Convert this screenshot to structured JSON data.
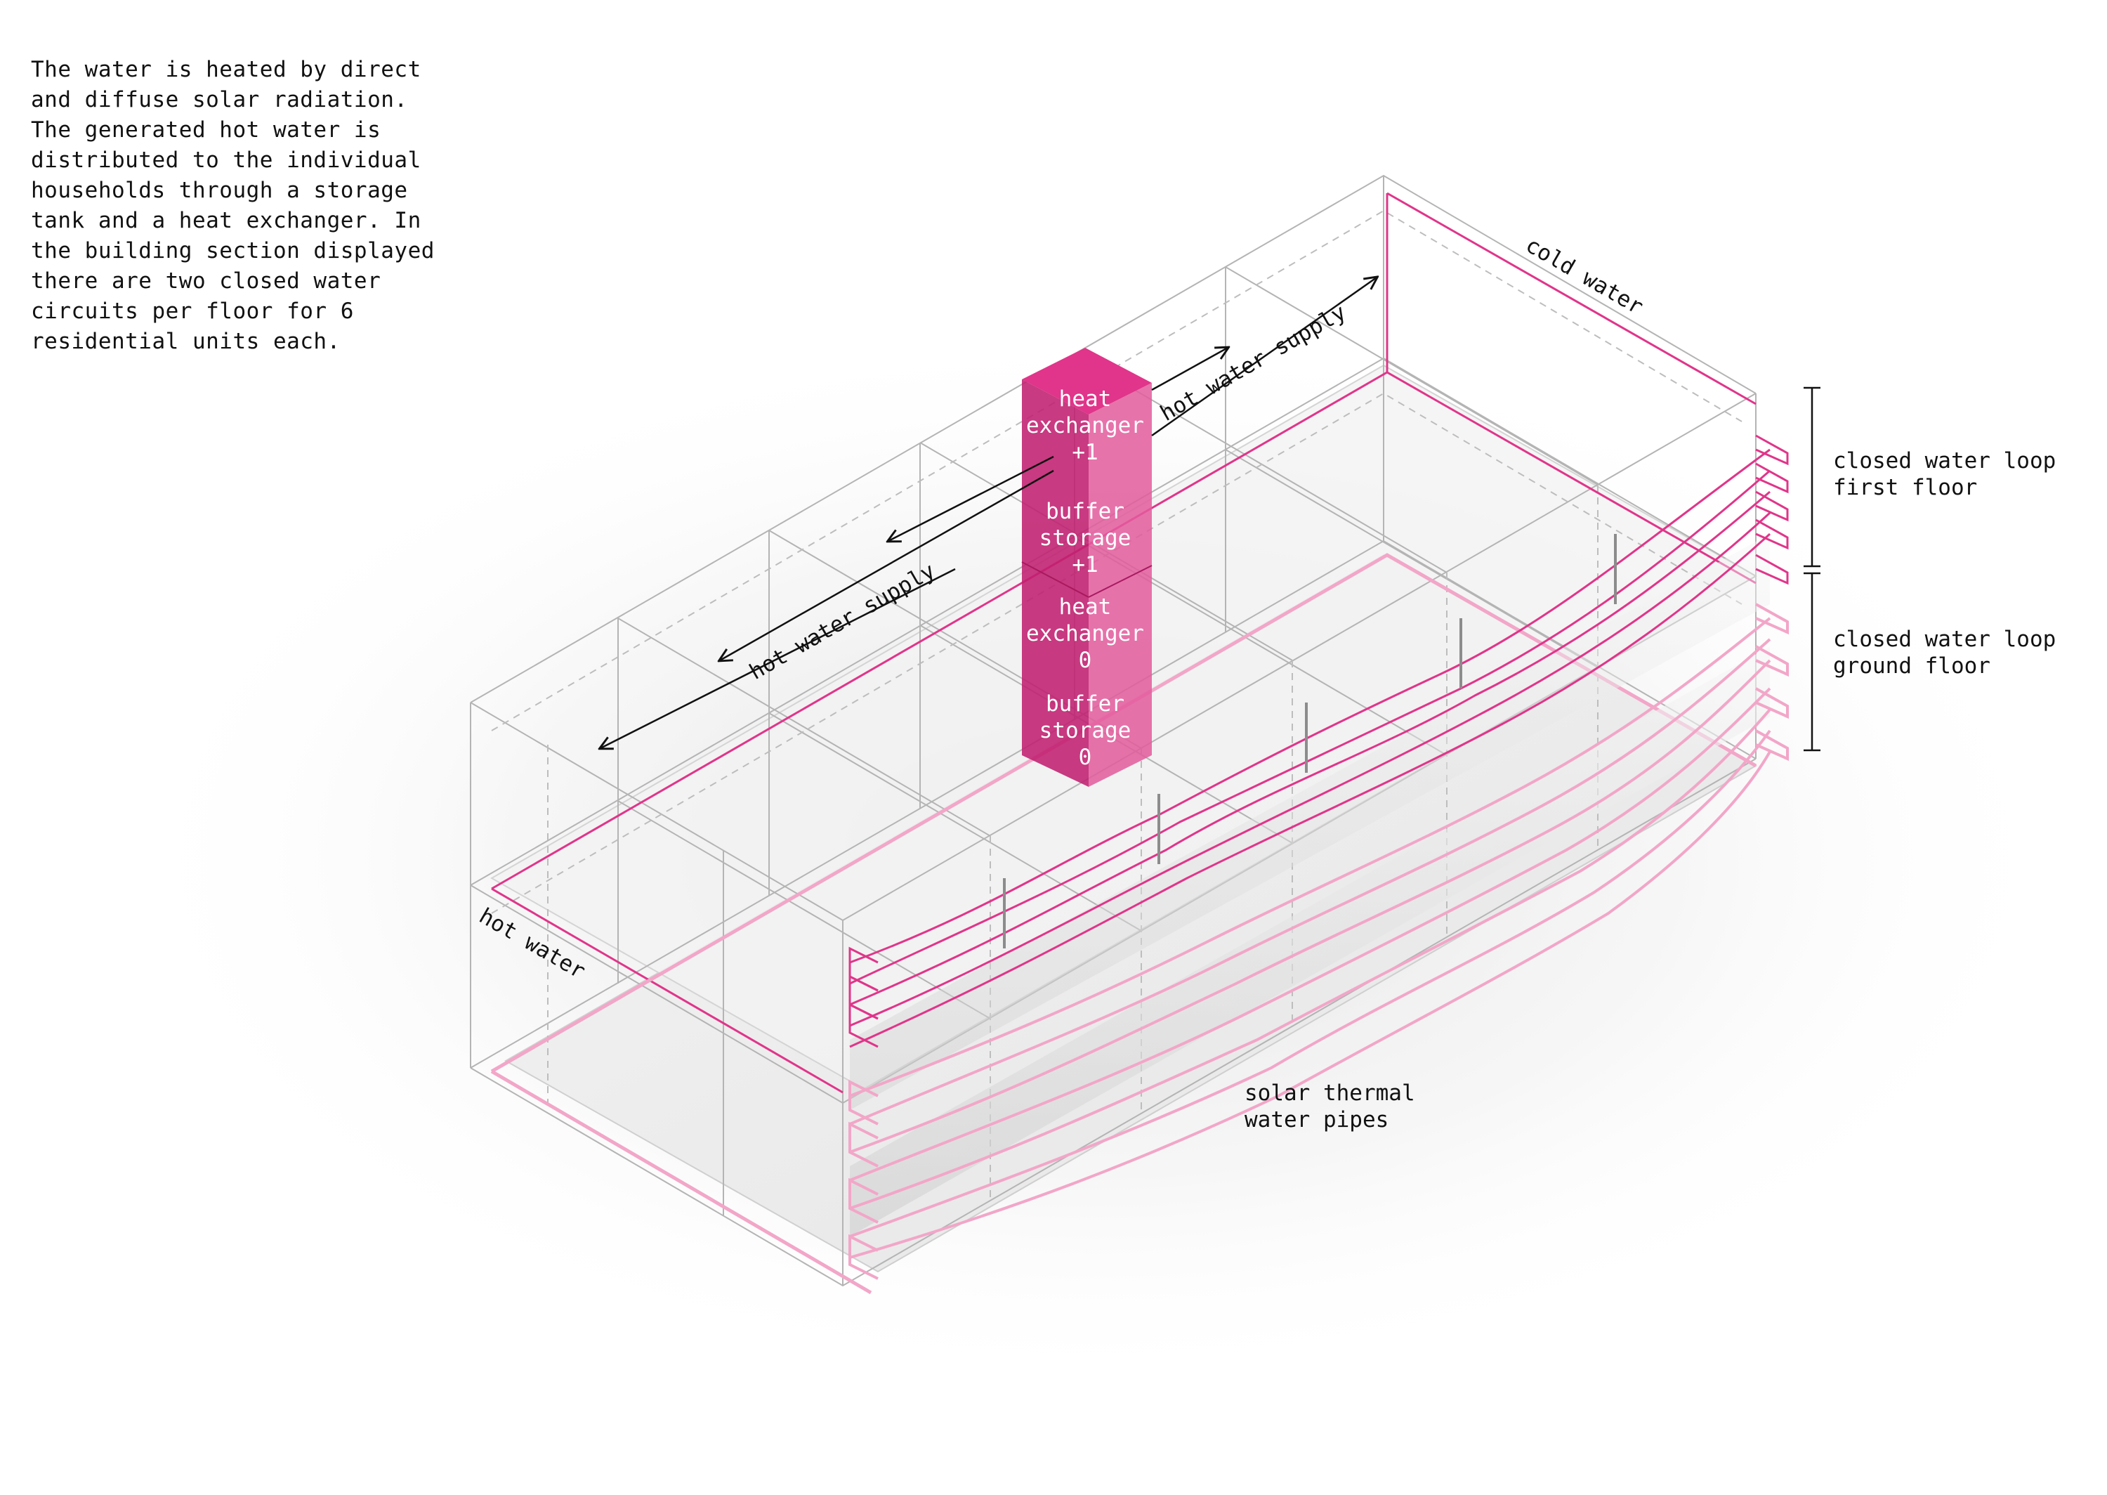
{
  "intro": {
    "lines": [
      "The water is heated by direct",
      "and diffuse solar radiation.",
      "The generated hot water is",
      "distributed to the individual",
      "households through a storage",
      "tank and a heat exchanger. In",
      "the building section displayed",
      "there are two closed water",
      "circuits per floor for 6",
      "residential units each."
    ]
  },
  "labels": {
    "cold_water": "cold water",
    "hot_water": "hot water",
    "hot_water_supply_upper": "hot water supply",
    "hot_water_supply_lower": "hot water supply",
    "loop_first_floor": [
      "closed water loop",
      "first floor"
    ],
    "loop_ground_floor": [
      "closed water loop",
      "ground floor"
    ],
    "solar_pipes": [
      "solar thermal",
      "water pipes"
    ]
  },
  "tower": {
    "heat_exchanger_1": [
      "heat",
      "exchanger",
      "+1"
    ],
    "buffer_storage_1": [
      "buffer",
      "storage",
      "+1"
    ],
    "heat_exchanger_0": [
      "heat",
      "exchanger",
      "0"
    ],
    "buffer_storage_0": [
      "buffer",
      "storage",
      "0"
    ]
  },
  "colors": {
    "accent": "#e0358a",
    "accent_dark": "#c01f70",
    "pipe_light": "#f2a6c8",
    "line_grey": "#b4b4b4",
    "text": "#111111"
  }
}
